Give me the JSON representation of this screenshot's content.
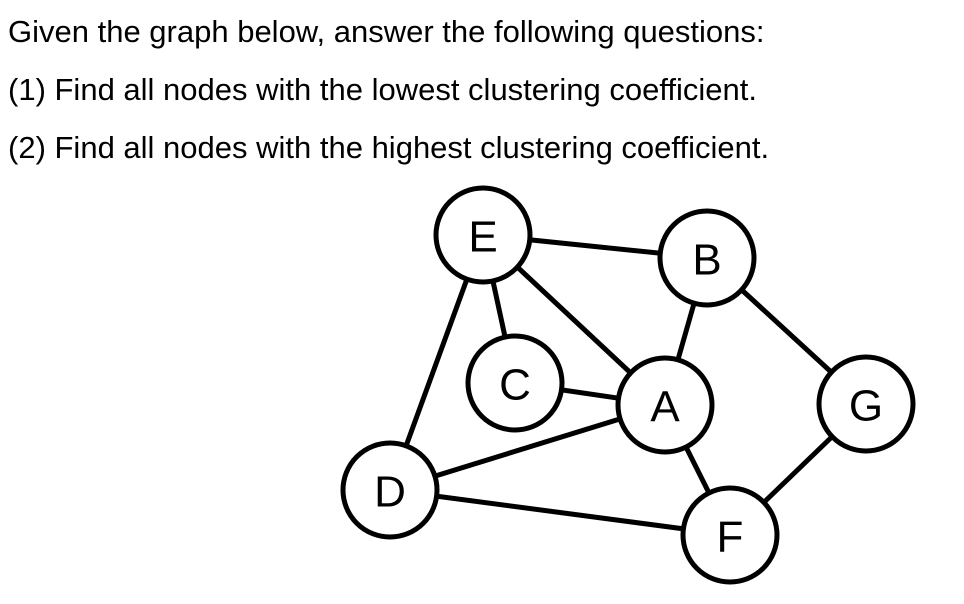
{
  "prompt": {
    "intro": "Given the graph below, answer the following questions:",
    "question_1": "(1) Find all nodes with the lowest clustering coefficient.",
    "question_2": "(2) Find all nodes with the highest clustering coefficient."
  },
  "graph": {
    "nodes": [
      {
        "id": "E",
        "label": "E"
      },
      {
        "id": "B",
        "label": "B"
      },
      {
        "id": "C",
        "label": "C"
      },
      {
        "id": "A",
        "label": "A"
      },
      {
        "id": "G",
        "label": "G"
      },
      {
        "id": "D",
        "label": "D"
      },
      {
        "id": "F",
        "label": "F"
      }
    ],
    "edges": [
      [
        "E",
        "B"
      ],
      [
        "E",
        "C"
      ],
      [
        "E",
        "A"
      ],
      [
        "E",
        "D"
      ],
      [
        "B",
        "A"
      ],
      [
        "B",
        "G"
      ],
      [
        "C",
        "A"
      ],
      [
        "A",
        "D"
      ],
      [
        "A",
        "F"
      ],
      [
        "D",
        "F"
      ],
      [
        "G",
        "F"
      ]
    ]
  }
}
